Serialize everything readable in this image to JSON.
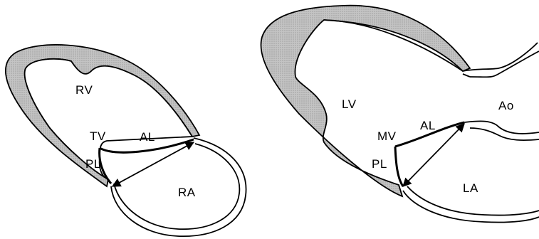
{
  "diagrams": [
    {
      "id": "right-heart",
      "labels": {
        "rv": "RV",
        "tv": "TV",
        "al": "AL",
        "pl": "PL",
        "ra": "RA"
      }
    },
    {
      "id": "left-heart",
      "labels": {
        "lv": "LV",
        "mv": "MV",
        "al": "AL",
        "pl": "PL",
        "ao": "Ao",
        "la": "LA"
      }
    }
  ],
  "colors": {
    "wall_fill": "#b8b8b8",
    "line": "#000000",
    "background": "#ffffff"
  }
}
